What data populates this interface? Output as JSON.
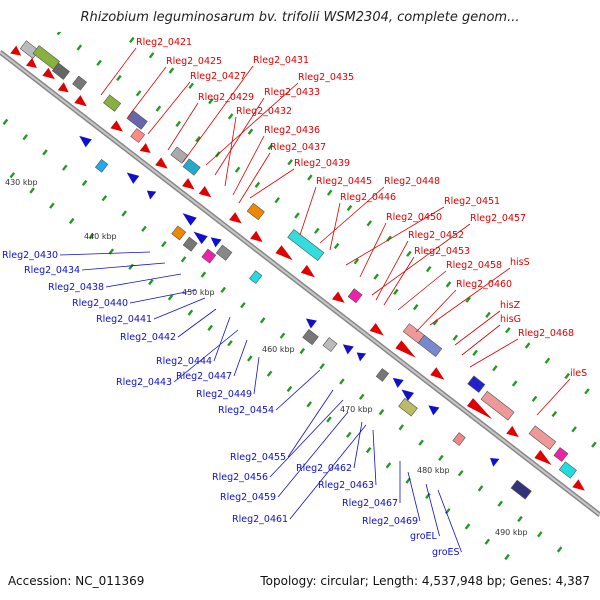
{
  "title": "Rhizobium leguminosarum bv. trifolii WSM2304, complete genom...",
  "footer": {
    "accession": "Accession: NC_011369",
    "topology": "Topology: circular; Length: 4,537,948 bp; Genes: 4,387"
  },
  "colors": {
    "forward": "#e00000",
    "reverse": "#1010cc",
    "backbone": "#999999",
    "tick": "#229922"
  },
  "kbp_labels": [
    "430 kbp",
    "440 kbp",
    "450 kbp",
    "460 kbp",
    "470 kbp",
    "480 kbp",
    "490 kbp"
  ],
  "forward_labels": [
    "Rleg2_0421",
    "Rleg2_0425",
    "Rleg2_0427",
    "Rleg2_0429",
    "Rleg2_0431",
    "Rleg2_0435",
    "Rleg2_0433",
    "Rleg2_0432",
    "Rleg2_0436",
    "Rleg2_0437",
    "Rleg2_0439",
    "Rleg2_0445",
    "Rleg2_0448",
    "Rleg2_0446",
    "Rleg2_0451",
    "Rleg2_0450",
    "Rleg2_0457",
    "Rleg2_0452",
    "Rleg2_0453",
    "Rleg2_0458",
    "hisS",
    "Rleg2_0460",
    "hisZ",
    "hisG",
    "Rleg2_0468",
    "ileS"
  ],
  "reverse_labels": [
    "Rleg2_0430",
    "Rleg2_0434",
    "Rleg2_0438",
    "Rleg2_0440",
    "Rleg2_0441",
    "Rleg2_0442",
    "Rleg2_0444",
    "Rleg2_0447",
    "Rleg2_0443",
    "Rleg2_0449",
    "Rleg2_0454",
    "Rleg2_0455",
    "Rleg2_0456",
    "Rleg2_0462",
    "Rleg2_0459",
    "Rleg2_0463",
    "Rleg2_0467",
    "Rleg2_0461",
    "Rleg2_0469",
    "groEL",
    "groES"
  ]
}
